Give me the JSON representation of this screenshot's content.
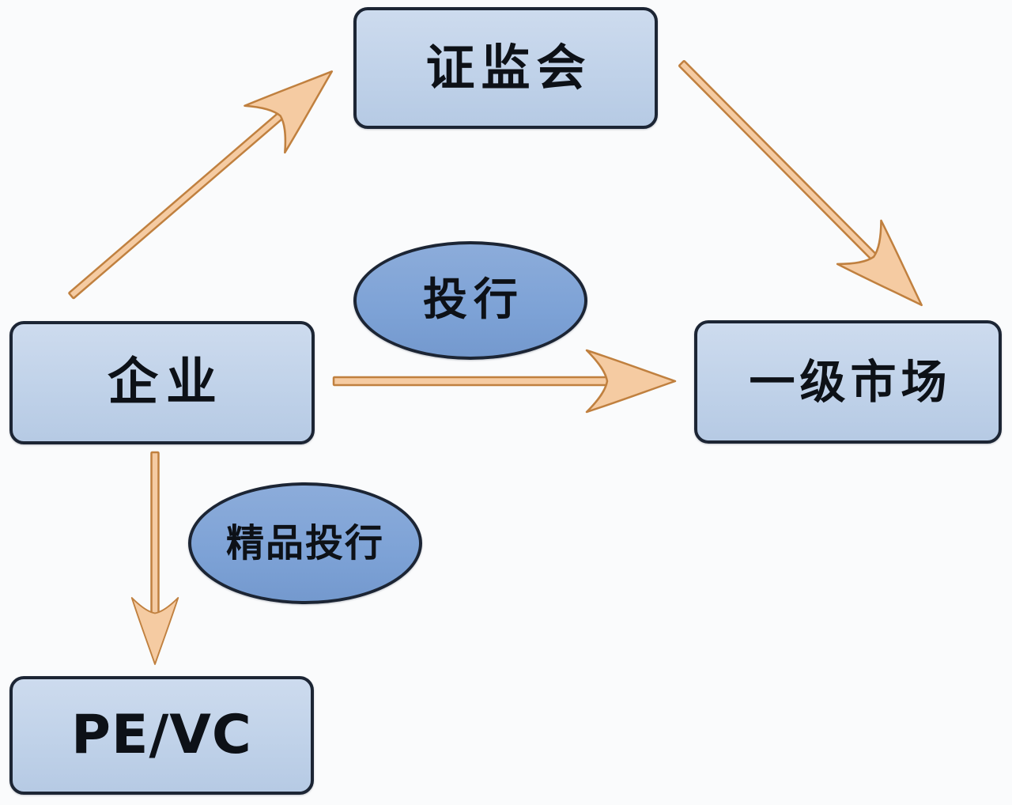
{
  "diagram": {
    "type": "flow-diagram",
    "nodes": {
      "csrc": {
        "label": "证监会",
        "shape": "rect"
      },
      "enterprise": {
        "label": "企业",
        "shape": "rect"
      },
      "primary_market": {
        "label": "一级市场",
        "shape": "rect"
      },
      "pevc": {
        "label": "PE/VC",
        "shape": "rect"
      },
      "investment_bank": {
        "label": "投行",
        "shape": "ellipse"
      },
      "boutique_bank": {
        "label": "精品投行",
        "shape": "ellipse"
      }
    },
    "edges": [
      {
        "from": "enterprise",
        "to": "csrc",
        "via": null
      },
      {
        "from": "csrc",
        "to": "primary_market",
        "via": null
      },
      {
        "from": "enterprise",
        "to": "primary_market",
        "via": "investment_bank"
      },
      {
        "from": "enterprise",
        "to": "pevc",
        "via": "boutique_bank"
      }
    ],
    "colors": {
      "background": "#fafbfc",
      "box_fill": "#c2d4ea",
      "ellipse_fill": "#7da2d6",
      "node_border": "#1c2534",
      "arrow_fill": "#f5cba2",
      "arrow_stroke": "#c0803f",
      "text": "#0d1117"
    }
  }
}
